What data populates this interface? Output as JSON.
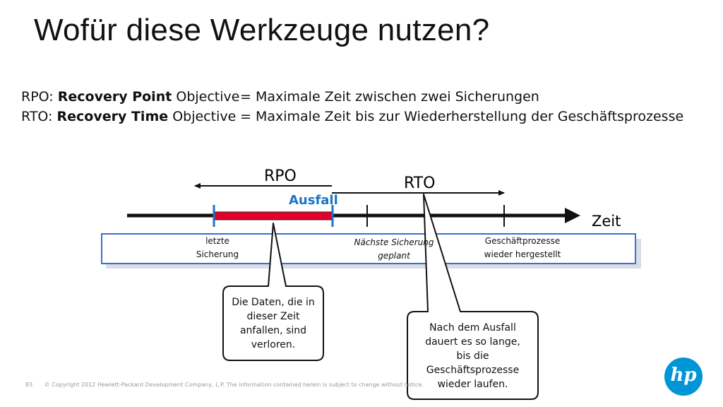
{
  "title": "Wofür diese Werkzeuge nutzen?",
  "definitions": [
    {
      "abbr": "RPO",
      "bold": "Recovery Point",
      "rest": "Objective",
      "meaning": "= Maximale Zeit zwischen zwei Sicherungen"
    },
    {
      "abbr": "RTO",
      "bold": "Recovery Time",
      "rest": "Objective",
      "meaning": "= Maximale Zeit bis zur Wiederherstellung der Geschäftsprozesse"
    }
  ],
  "timeline": {
    "rpo_label": "RPO",
    "rto_label": "RTO",
    "ausfall_label": "Ausfall",
    "zeit_label": "Zeit",
    "events": {
      "last_backup": [
        "letzte",
        "Sicherung"
      ],
      "next_backup": [
        "Nächste Sicherung",
        "geplant"
      ],
      "restored": [
        "Geschäftprozesse",
        "wieder hergestellt"
      ]
    }
  },
  "callouts": {
    "data_loss": [
      "Die Daten, die in",
      "dieser Zeit",
      "anfallen, sind",
      "verloren."
    ],
    "downtime": [
      "Nach dem Ausfall",
      "dauert es so lange,",
      "bis die",
      "Geschäftsprozesse",
      "wieder laufen."
    ]
  },
  "footer": {
    "page": "83",
    "copyright": "© Copyright 2012 Hewlett-Packard Development Company, L.P. The information contained herein is subject to change without notice."
  },
  "logo_text": "hp",
  "colors": {
    "accent_blue": "#1a75c4",
    "loss_red": "#e4002b",
    "band_border": "#3a6fd0",
    "hp_blue": "#0096d6"
  }
}
